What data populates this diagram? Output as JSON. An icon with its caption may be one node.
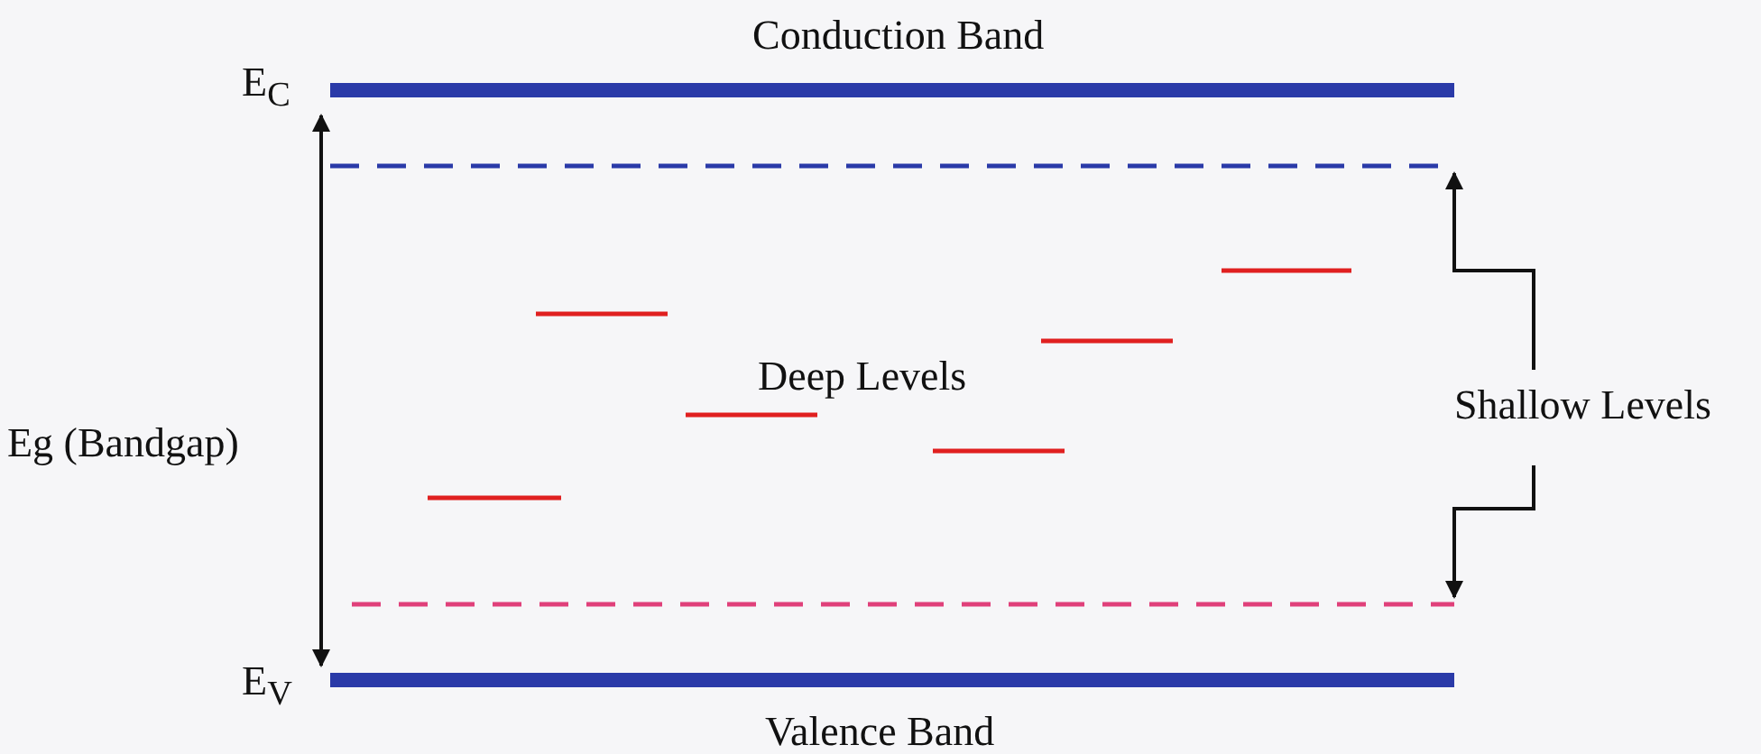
{
  "diagram": {
    "labels": [
      "Conduction Band",
      "E$_{C}$",
      "Eg (Bandgap)",
      "Deep Levels",
      "Shallow Levels",
      "E$_{V}$",
      "Valence Band"
    ]
  }
}
